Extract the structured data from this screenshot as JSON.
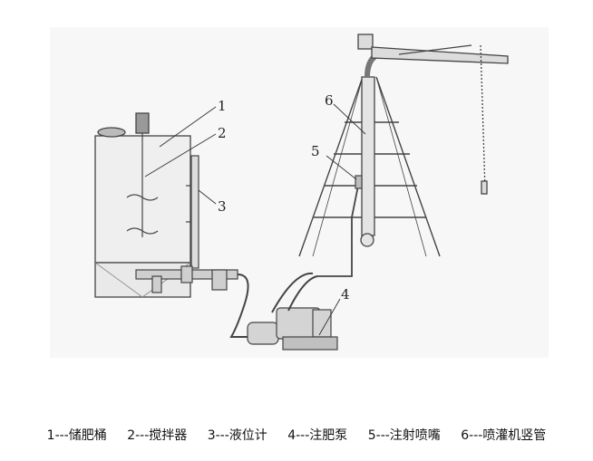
{
  "labels": [
    "1",
    "2",
    "3",
    "4",
    "5",
    "6"
  ],
  "legend": [
    "1---储肥桶",
    "2---搅拌器",
    "3---液位计",
    "4---注肥泵",
    "5---注射喷嘴",
    "6---喷灌机竖管"
  ]
}
